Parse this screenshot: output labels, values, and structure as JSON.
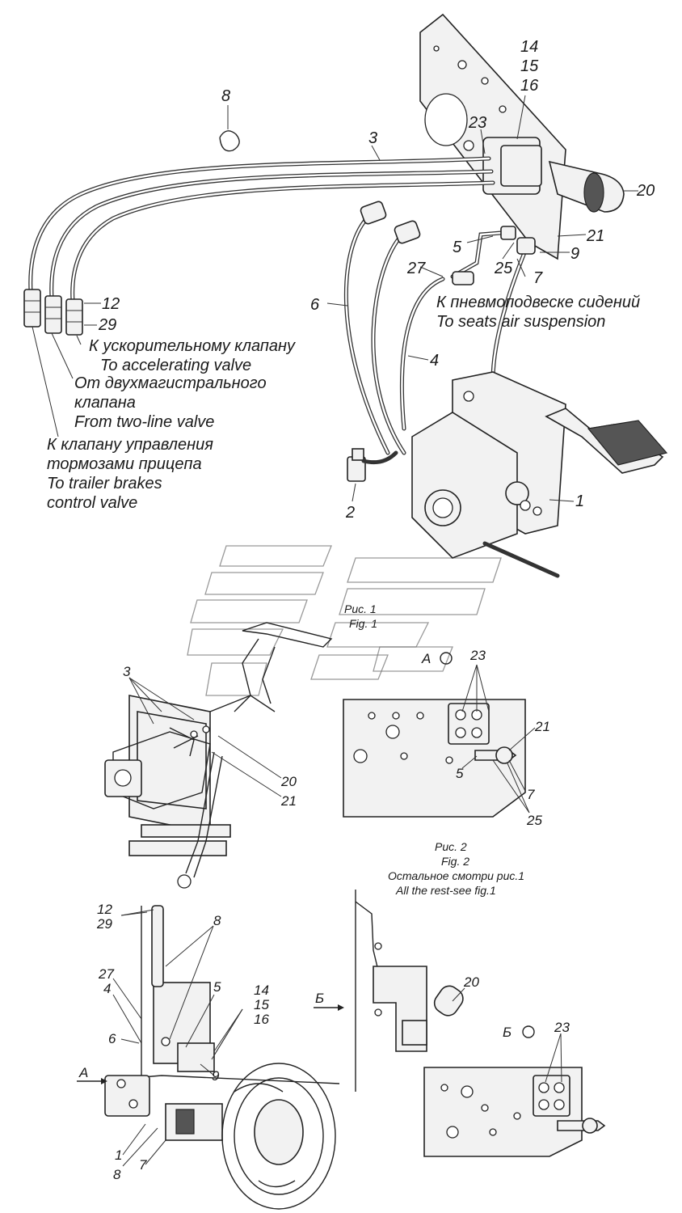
{
  "fig1": {
    "caption_ru": "Рис. 1",
    "caption_en": "Fig. 1",
    "callouts": {
      "c8": "8",
      "c14": "14",
      "c15": "15",
      "c16": "16",
      "c23": "23",
      "c3": "3",
      "c20": "20",
      "c21": "21",
      "c5": "5",
      "c25": "25",
      "c9": "9",
      "c27": "27",
      "c7": "7",
      "c6": "6",
      "c4": "4",
      "c12": "12",
      "c29": "29",
      "c2": "2",
      "c1": "1"
    },
    "notes": {
      "accel_ru": "К ускорительному клапану",
      "accel_en": "To accelerating valve",
      "twoline_ru1": "От двухмагистрального",
      "twoline_ru2": "клапана",
      "twoline_en": "From two-line valve",
      "trailer_ru1": "К клапану управления",
      "trailer_ru2": "тормозами прицепа",
      "trailer_en1": "To trailer brakes",
      "trailer_en2": "control valve",
      "seats_ru": "К пневмоподвеске сидений",
      "seats_en": "To seats air suspension"
    }
  },
  "side_view": {
    "callouts": {
      "c3": "3",
      "c20": "20",
      "c21": "21"
    }
  },
  "fig2": {
    "caption_ru": "Рис. 2",
    "caption_en": "Fig. 2",
    "note_ru": "Остальное смотри рис.1",
    "note_en": "All the rest-see fig.1",
    "view_label": "А",
    "callouts": {
      "c23": "23",
      "c21": "21",
      "c5": "5",
      "c7": "7",
      "c25": "25"
    }
  },
  "plan_view": {
    "arrow_label": "А",
    "callouts": {
      "c12": "12",
      "c29": "29",
      "c8": "8",
      "c27": "27",
      "c4": "4",
      "c5": "5",
      "c14": "14",
      "c15": "15",
      "c16": "16",
      "c6": "6",
      "c9": "9",
      "c1": "1",
      "c8b": "8",
      "c7": "7"
    }
  },
  "view_b": {
    "arrow_label": "Б",
    "view_label": "Б",
    "callouts": {
      "c20": "20",
      "c23": "23"
    }
  }
}
